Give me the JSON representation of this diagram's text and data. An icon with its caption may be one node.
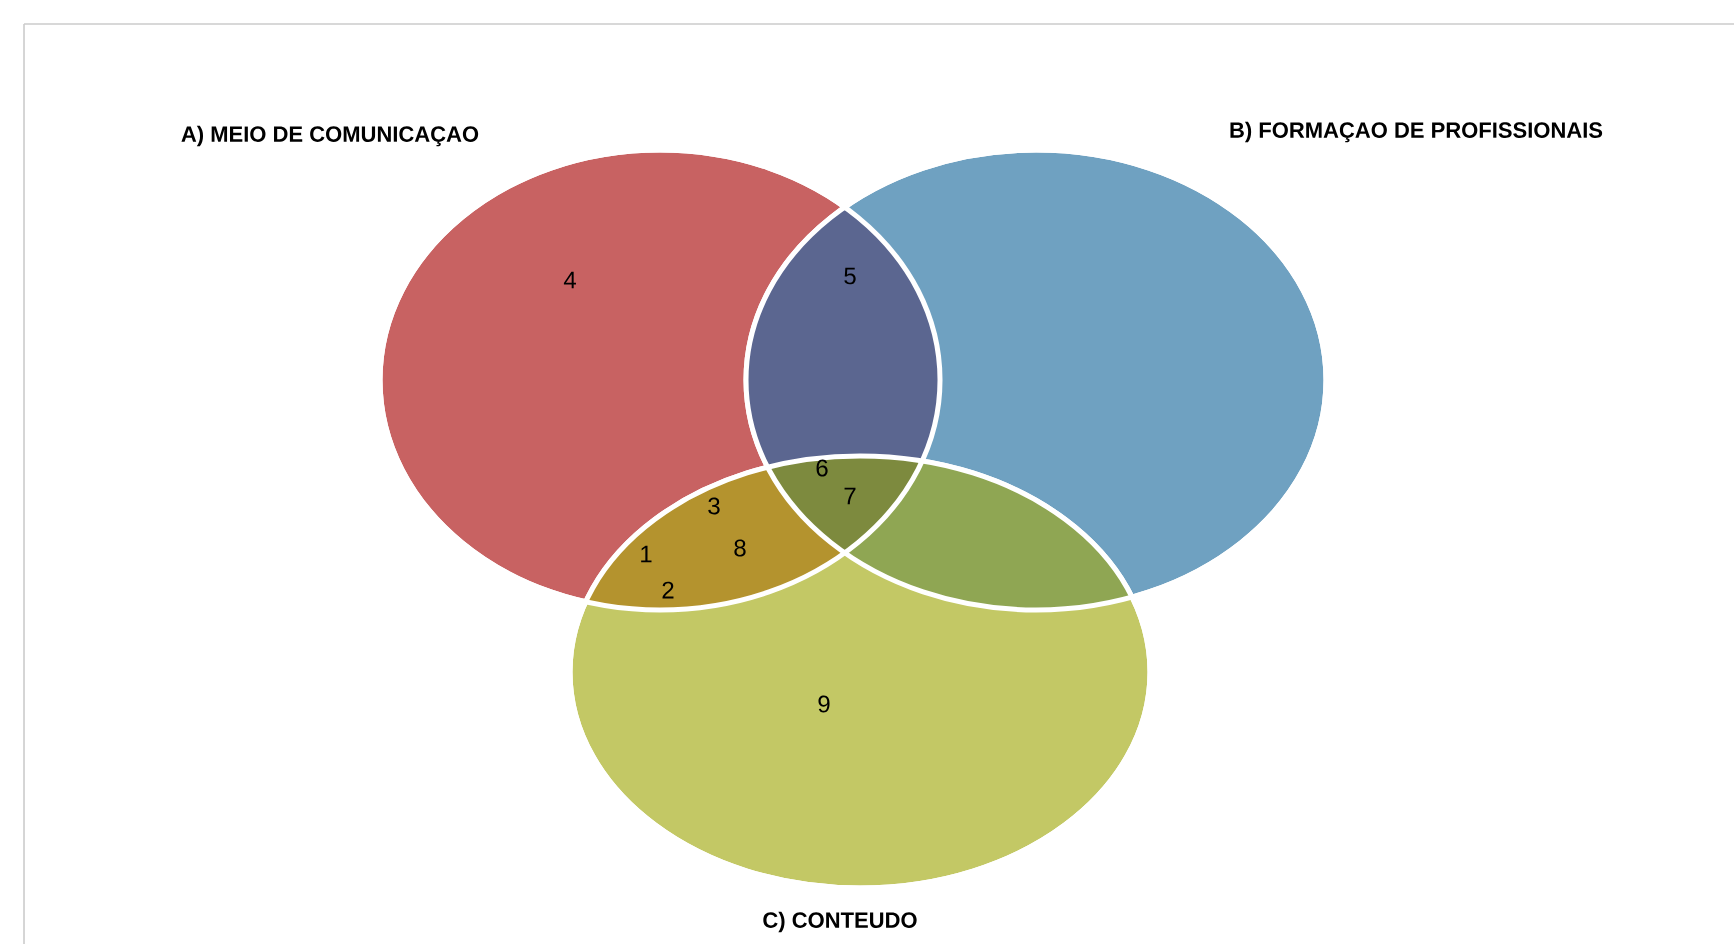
{
  "diagram": {
    "nodes": [
      {
        "text": [
          "A) MEIO DE COMUNICAÇAO"
        ]
      },
      {
        "text": [
          "B) FORMAÇAO DE PROFISSIONAIS"
        ]
      },
      {
        "text": [
          "C) CONTEUDO"
        ]
      }
    ],
    "labels": [
      "4",
      "5",
      "6",
      "3",
      "7",
      "1",
      "8",
      "2",
      "9"
    ]
  }
}
